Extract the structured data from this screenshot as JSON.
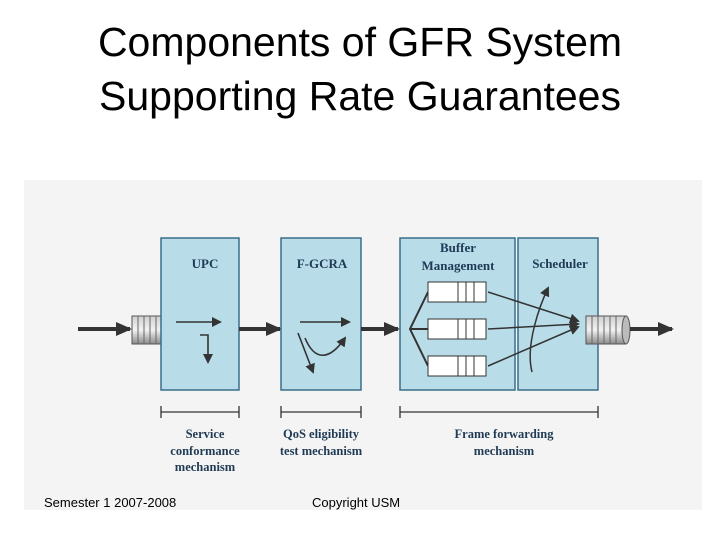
{
  "slide": {
    "title_line1": "Components of GFR System",
    "title_line2": "Supporting Rate Guarantees",
    "footer_left": "Semester 1 2007-2008",
    "footer_center": "Copyright USM"
  },
  "diagram": {
    "boxes": {
      "upc": "UPC",
      "fgcra": "F-GCRA",
      "buffer_line1": "Buffer",
      "buffer_line2": "Management",
      "scheduler": "Scheduler"
    },
    "labels": {
      "service": [
        "Service",
        "conformance",
        "mechanism"
      ],
      "qos": [
        "QoS eligibility",
        "test mechanism"
      ],
      "frame": [
        "Frame forwarding",
        "mechanism"
      ]
    },
    "colors": {
      "box_fill": "#b8dce8",
      "box_stroke": "#3a6f8a",
      "panel_bg": "#f4f4f4",
      "arrow": "#333333",
      "text": "#1f3a55"
    }
  }
}
